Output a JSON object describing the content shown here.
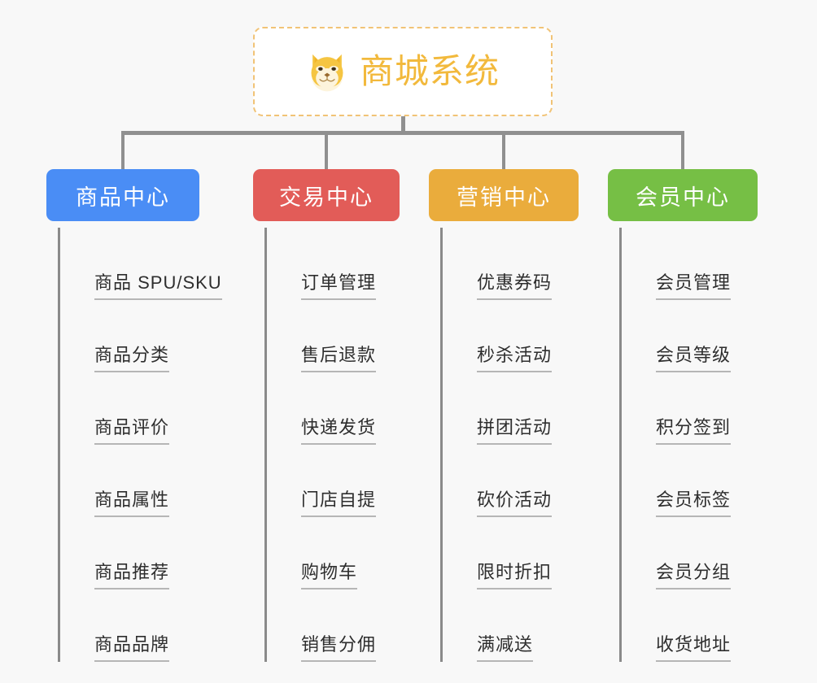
{
  "page": {
    "background_color": "#f8f8f8",
    "line_color": "#909090",
    "leaf_text_color": "#2e2e2e",
    "leaf_underline_color": "#b6b6b6"
  },
  "root": {
    "title": "商城系统",
    "icon": "shiba-dog-face-icon",
    "text_color": "#f2b93c",
    "border_color": "#f1c376",
    "fill_color": "#ffffff"
  },
  "columns": [
    {
      "header": "商品中心",
      "color": "#4a8df5",
      "items": [
        "商品 SPU/SKU",
        "商品分类",
        "商品评价",
        "商品属性",
        "商品推荐",
        "商品品牌"
      ]
    },
    {
      "header": "交易中心",
      "color": "#e25c58",
      "items": [
        "订单管理",
        "售后退款",
        "快递发货",
        "门店自提",
        "购物车",
        "销售分佣"
      ]
    },
    {
      "header": "营销中心",
      "color": "#eaac3c",
      "items": [
        "优惠券码",
        "秒杀活动",
        "拼团活动",
        "砍价活动",
        "限时折扣",
        "满减送"
      ]
    },
    {
      "header": "会员中心",
      "color": "#76bf45",
      "items": [
        "会员管理",
        "会员等级",
        "积分签到",
        "会员标签",
        "会员分组",
        "收货地址"
      ]
    }
  ]
}
